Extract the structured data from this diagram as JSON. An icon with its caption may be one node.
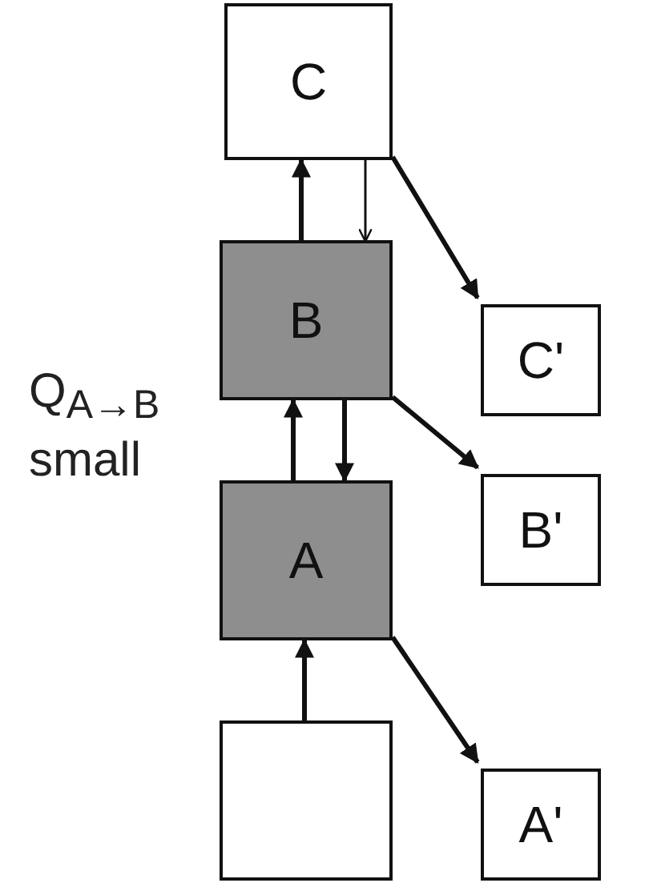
{
  "diagram": {
    "nodes": [
      {
        "text": [
          "C"
        ]
      },
      {
        "text": [
          "C'"
        ]
      },
      {
        "text": [
          "B"
        ]
      },
      {
        "text": [
          "B'"
        ]
      },
      {
        "text": [
          "A"
        ]
      },
      {
        "text": [
          "A'"
        ]
      },
      {
        "text": [],
        "shape": "box"
      }
    ],
    "edges": [
      {
        "from": 6,
        "to": 4,
        "arrow": "to"
      },
      {
        "from": 4,
        "to": 2,
        "arrow": "to"
      },
      {
        "from": 2,
        "to": 4,
        "arrow": "to"
      },
      {
        "from": 2,
        "to": 0,
        "arrow": "to"
      },
      {
        "from": 0,
        "to": 2,
        "arrow": "to"
      },
      {
        "from": 0,
        "to": 1,
        "arrow": "to"
      },
      {
        "from": 2,
        "to": 3,
        "arrow": "to"
      },
      {
        "from": 4,
        "to": 5,
        "arrow": "to"
      }
    ],
    "labels": [
      "Q$_{A→B}$ small"
    ]
  }
}
